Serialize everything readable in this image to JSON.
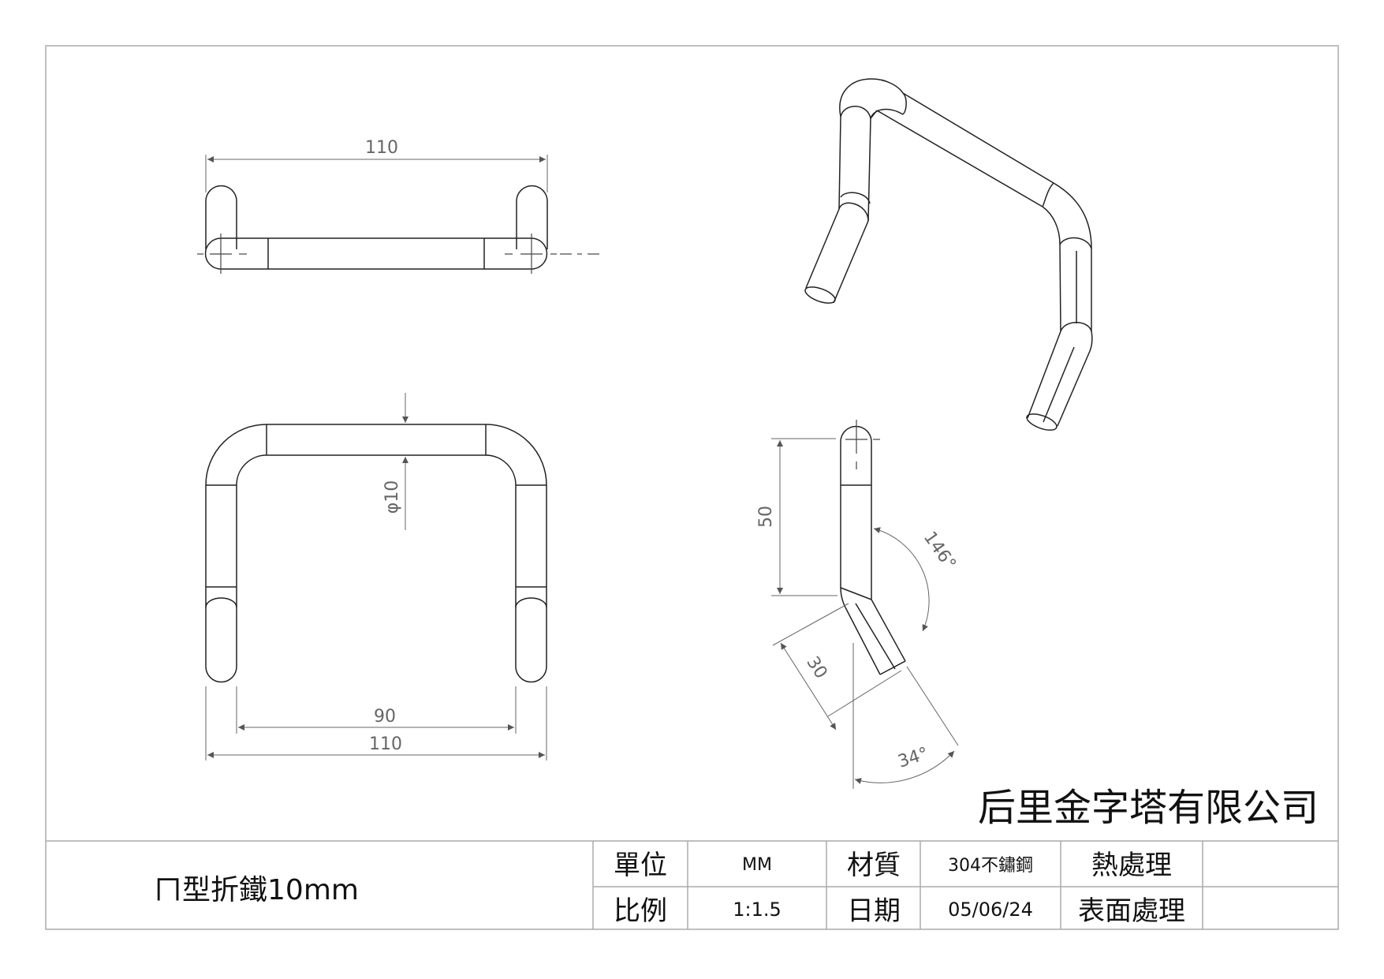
{
  "dimensions": {
    "top_view_width": "110",
    "front_inner_width": "90",
    "front_outer_width": "110",
    "diameter": "φ10",
    "side_height": "50",
    "side_angle": "146°",
    "side_leg_length": "30",
    "side_tilt_angle": "34°"
  },
  "company_name": "后里金字塔有限公司",
  "title_block": {
    "part_name": "ㄇ型折鐵10mm",
    "rows": [
      {
        "label_1": "單位",
        "value_1": "MM",
        "label_2": "材質",
        "value_2": "304不鏽鋼",
        "label_3": "熱處理",
        "value_3": ""
      },
      {
        "label_1": "比例",
        "value_1": "1:1.5",
        "label_2": "日期",
        "value_2": "05/06/24",
        "label_3": "表面處理",
        "value_3": ""
      }
    ]
  }
}
